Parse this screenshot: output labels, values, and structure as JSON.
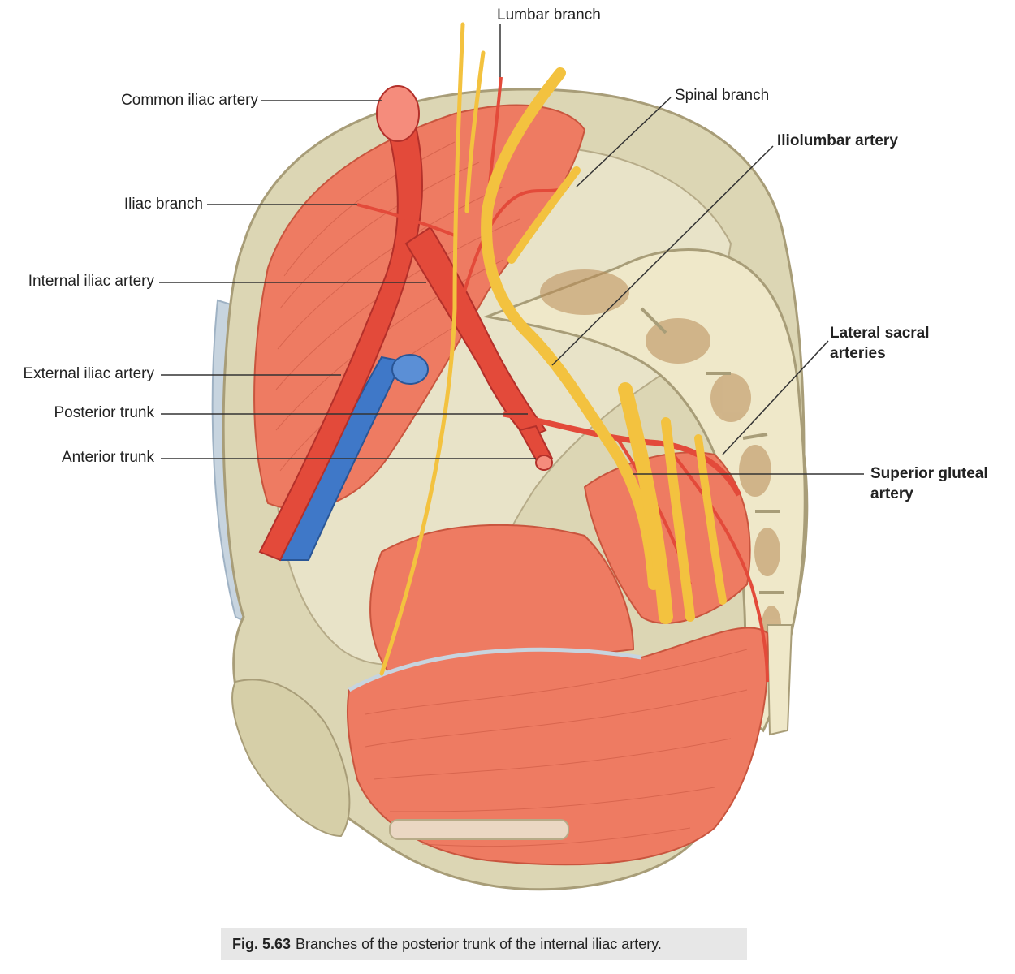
{
  "labels": {
    "lumbar_branch": "Lumbar branch",
    "common_iliac_artery": "Common iliac artery",
    "spinal_branch": "Spinal branch",
    "iliolumbar_artery": "Iliolumbar artery",
    "iliac_branch": "Iliac branch",
    "internal_iliac_artery": "Internal iliac artery",
    "lateral_sacral_arteries_line1": "Lateral sacral",
    "lateral_sacral_arteries_line2": "arteries",
    "external_iliac_artery": "External iliac artery",
    "posterior_trunk": "Posterior trunk",
    "anterior_trunk": "Anterior trunk",
    "superior_gluteal_artery_line1": "Superior gluteal",
    "superior_gluteal_artery_line2": "artery"
  },
  "caption": {
    "figure_number": "Fig. 5.63",
    "text": "Branches of the posterior trunk of the internal iliac artery."
  },
  "colors": {
    "bone": "#dcd6b4",
    "muscle": "#ee7b62",
    "artery": "#e34a3a",
    "vein": "#3f78c8",
    "nerve": "#f3c23f",
    "ligament": "#c7d4df"
  }
}
